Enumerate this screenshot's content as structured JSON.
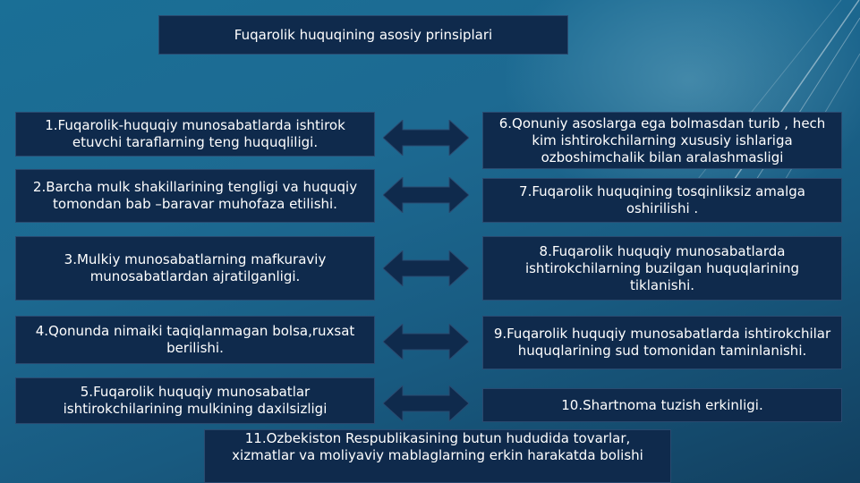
{
  "title": "Fuqarolik huquqining asosiy prinsiplari",
  "left_principles": [
    "1.Fuqarolik-huquqiy munosabatlarda ishtirok etuvchi taraflarning teng huquqliligi.",
    "2.Barcha mulk shakillarining tengligi va huquqiy tomondan bab –baravar muhofaza etilishi.",
    "3.Mulkiy munosabatlarning mafkuraviy munosabatlardan ajratilganligi.",
    "4.Qonunda nimaiki taqiqlanmagan bolsa,ruxsat berilishi.",
    "5.Fuqarolik huquqiy munosabatlar ishtirokchilarining mulkining daxilsizligi"
  ],
  "right_principles": [
    "6.Qonuniy asoslarga ega bolmasdan turib , hech kim ishtirokchilarning xususiy ishlariga ozboshimchalik bilan aralashmasligi",
    "7.Fuqarolik huquqining tosqinliksiz amalga oshirilishi .",
    "8.Fuqarolik huquqiy munosabatlarda ishtirokchilarning buzilgan huquqlarining tiklanishi.",
    "9.Fuqarolik huquqiy munosabatlarda ishtirokchilar huquqlarining sud tomonidan taminlanishi.",
    "10.Shartnoma tuzish erkinligi."
  ],
  "bottom_principle": "11.Ozbekiston Respublikasining butun hududida tovarlar, xizmatlar va moliyaviy mablaglarning erkin harakatda bolishi",
  "colors": {
    "box_fill": "#0f2a4c",
    "arrow_fill": "#0f2a4c",
    "background": "#1d6a92"
  }
}
